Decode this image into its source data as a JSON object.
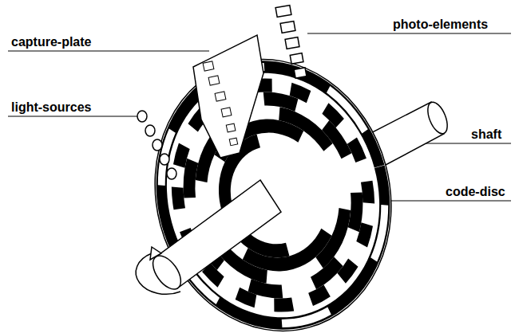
{
  "diagram": {
    "labels": [
      "photo-elements",
      "capture-plate",
      "light-sources",
      "shaft",
      "code-disc"
    ]
  }
}
